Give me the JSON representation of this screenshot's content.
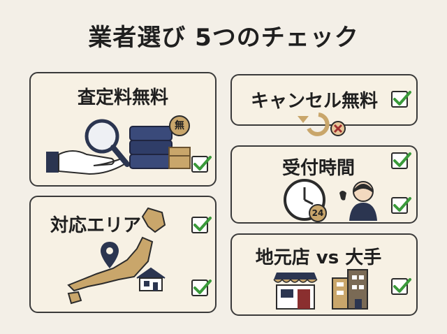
{
  "page": {
    "title": "業者選び 5つのチェック"
  },
  "cards": {
    "assessment": {
      "title": "査定料無料",
      "badge": "無"
    },
    "area": {
      "title": "対応エリア"
    },
    "cancel": {
      "title": "キャンセル無料"
    },
    "hours": {
      "title": "受付時間",
      "badge": "24"
    },
    "store": {
      "title": "地元店 vs 大手"
    }
  },
  "colors": {
    "accent_gold": "#c9a66b",
    "navy": "#2b3550",
    "check_green": "#3a9a3a",
    "card_bg": "#f7f1e4"
  }
}
